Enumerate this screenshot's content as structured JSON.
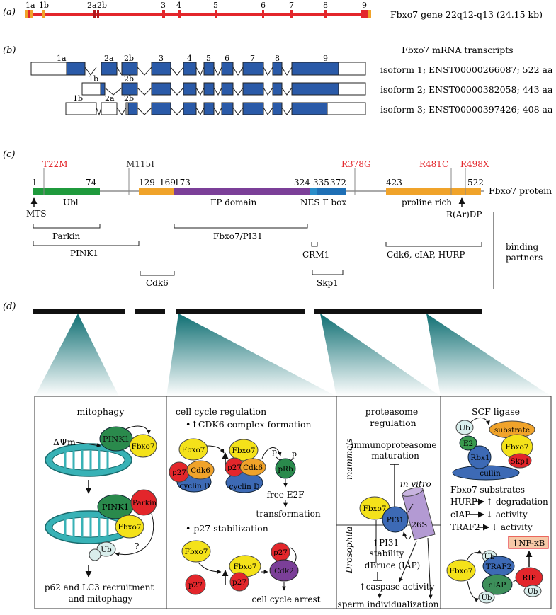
{
  "panel_labels": {
    "a": "(a)",
    "b": "(b)",
    "c": "(c)",
    "d": "(d)"
  },
  "gene": {
    "title": "Fbxo7 gene 22q12-q13 (24.15 kb)",
    "exon_labels": [
      "1a",
      "1b",
      "2a",
      "2b",
      "3",
      "4",
      "5",
      "6",
      "7",
      "8",
      "9"
    ]
  },
  "mrna": {
    "title": "Fbxo7 mRNA transcripts",
    "isoforms": [
      {
        "label": "isoform 1; ENST00000266087; 522 aa",
        "exon_labels": [
          "1a",
          "2a",
          "2b",
          "3",
          "4",
          "5",
          "6",
          "7",
          "8",
          "9"
        ]
      },
      {
        "label": "isoform 2; ENST00000382058; 443 aa",
        "exon_labels": [
          "1b",
          "2b"
        ]
      },
      {
        "label": "isoform 3; ENST00000397426; 408 aa",
        "exon_labels": [
          "1b",
          "2a",
          "2b"
        ]
      }
    ]
  },
  "protein": {
    "name": "Fbxo7 protein",
    "mutations": [
      "T22M",
      "M115I",
      "R378G",
      "R481C",
      "R498X"
    ],
    "positions": [
      "1",
      "74",
      "129",
      "169",
      "173",
      "324",
      "335",
      "372",
      "423",
      "522"
    ],
    "domains": [
      "Ubl",
      "FP domain",
      "NES F box",
      "proline rich"
    ],
    "motifs": [
      "MTS",
      "R(Ar)DP"
    ],
    "binding_partners": [
      "Parkin",
      "PINK1",
      "Cdk6",
      "Fbxo7/PI31",
      "CRM1",
      "Skp1",
      "Cdk6, cIAP, HURP"
    ],
    "binding_partners_label": "binding partners",
    "colors": {
      "ubl": "#1f9a3c",
      "orange": "#f0a32a",
      "fp": "#7b3f98",
      "nes": "#1e6fb5",
      "mutation": "#e3262b"
    }
  },
  "functions": {
    "mitophagy": {
      "title": "mitophagy",
      "membrane_potential": "ΔΨm",
      "nodes": [
        "PINK1",
        "Fbxo7",
        "PINK1",
        "Parkin",
        "Fbxo7",
        "Ub"
      ],
      "question": "?",
      "outcome": "p62 and LC3 recruitment and mitophagy"
    },
    "cell_cycle": {
      "title": "cell cycle regulation",
      "bullet1": "•↑CDK6 complex formation",
      "bullet2": "• p27 stabilization",
      "nodes": [
        "Fbxo7",
        "p27",
        "Cdk6",
        "cyclin D",
        "Fbxo7",
        "p27",
        "Cdk6",
        "cyclin D",
        "pRb",
        "p",
        "p",
        "Fbxo7",
        "p27",
        "Fbxo7",
        "p27",
        "p27",
        "Cdk2"
      ],
      "free_e2f": "free E2F",
      "transformation": "transformation",
      "arrest": "cell cycle arrest"
    },
    "proteasome": {
      "title": "proteasome regulation",
      "mammals": "mammals",
      "drosophila": "Drosophila",
      "immuno": "immunoproteasome maturation",
      "in_vitro": "in vitro",
      "nodes": [
        "Fbxo7",
        "PI31",
        "26S"
      ],
      "stability": "↑PI31 stability",
      "dbruce": "dBruce (IAP)",
      "caspase": "↑caspase activity",
      "sperm": "sperm individualization"
    },
    "scf": {
      "title": "SCF ligase",
      "nodes": [
        "Ub",
        "E2",
        "Rbx1",
        "cullin",
        "substrate",
        "Fbxo7",
        "Skp1"
      ],
      "substrates_title": "Fbxo7 substrates",
      "substrate_rows": [
        {
          "name": "HURP",
          "effect": "↑ degradation"
        },
        {
          "name": "cIAP",
          "effect": "↓ activity"
        },
        {
          "name": "TRAF2",
          "effect": "↓ activity"
        }
      ],
      "nfkb": "↑NF-κB",
      "bottom_nodes": [
        "Fbxo7",
        "Ub",
        "TRAF2",
        "cIAP",
        "Ub",
        "RIP",
        "Ub"
      ]
    }
  }
}
